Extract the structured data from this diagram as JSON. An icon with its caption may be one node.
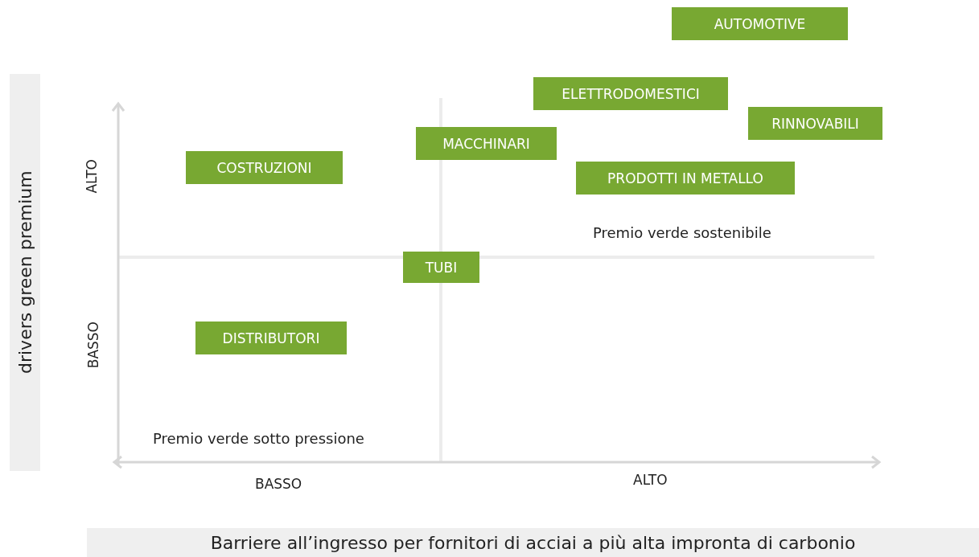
{
  "diagram": {
    "nodes": [
      {
        "text": [
          "AUTOMOTIVE"
        ]
      },
      {
        "text": [
          "ELETTRODOMESTICI"
        ]
      },
      {
        "text": [
          "RINNOVABILI"
        ]
      },
      {
        "text": [
          "MACCHINARI"
        ]
      },
      {
        "text": [
          "COSTRUZIONI"
        ]
      },
      {
        "text": [
          "PRODOTTI IN METALLO"
        ]
      },
      {
        "text": [
          "TUBI"
        ]
      },
      {
        "text": [
          "DISTRIBUTORI"
        ]
      }
    ],
    "edges": [],
    "labels": [
      "drivers green premium",
      "ALTO",
      "Premio verde sostenibile",
      "BASSO",
      "Premio verde sotto pressione",
      "BASSO",
      "ALTO",
      "Barriere all’ingresso per fornitori di acciai a più alta impronta di carbonio"
    ]
  }
}
